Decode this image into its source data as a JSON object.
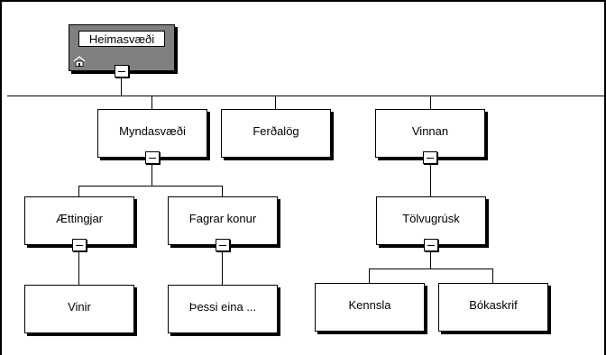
{
  "tree": {
    "root": {
      "label": "Heimasvæði",
      "icon": "home-icon"
    },
    "nodes": {
      "myndasvaedi": "Myndasvæði",
      "ferdalog": "Ferðalög",
      "vinnan": "Vinnan",
      "aettingjar": "Ættingjar",
      "fagrar_konur": "Fagrar konur",
      "tolvugrusk": "Tölvugrúsk",
      "vinir": "Vinir",
      "thessi_eina": "Þessi eina ...",
      "kennsla": "Kennsla",
      "bokaskrif": "Bókaskrif"
    }
  },
  "colors": {
    "background": "#ffffff",
    "root_fill": "#808080",
    "line": "#000000"
  }
}
